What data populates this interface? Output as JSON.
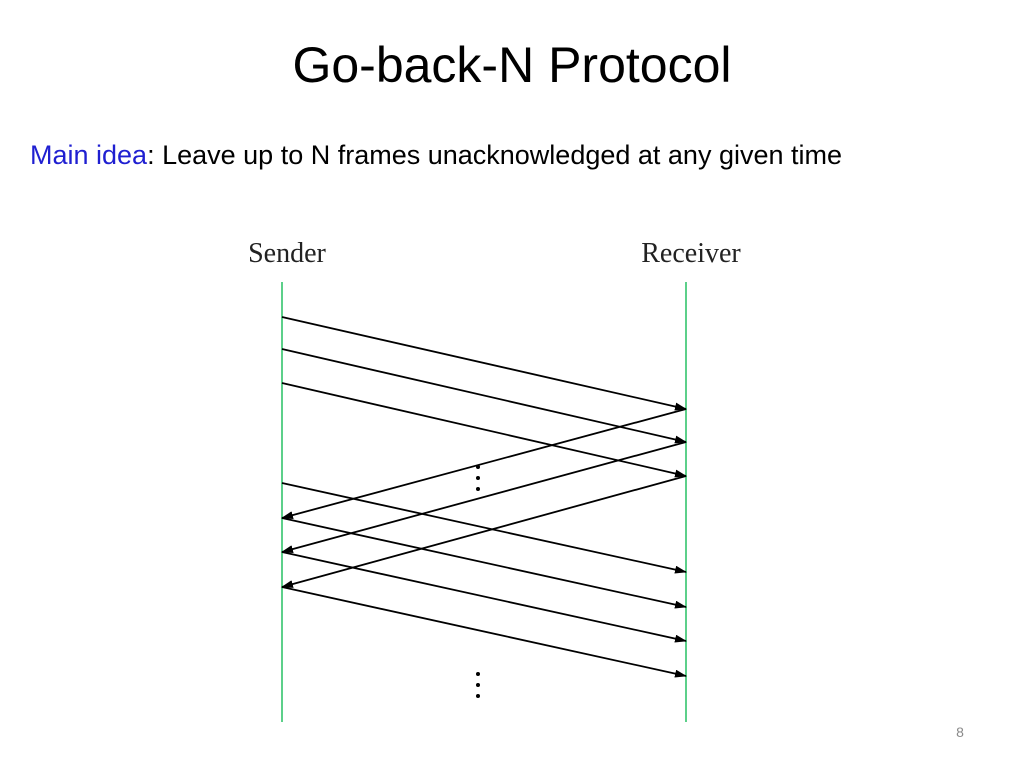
{
  "slide": {
    "title": "Go-back-N Protocol",
    "main_idea_lead": "Main idea",
    "main_idea_separator": ": ",
    "main_idea_text": "Leave up to N frames unacknowledged at any given time",
    "page_number": "8"
  },
  "diagram": {
    "sender_label": "Sender",
    "receiver_label": "Receiver",
    "lifeline_color": "#5cd08a",
    "frames_before_gap": 3,
    "acks_shown": 3,
    "frames_after_gap": 4,
    "continuation_marks": 2
  },
  "colors": {
    "accent": "#1f1fd1",
    "arrow": "#000000",
    "page_number": "#8a8a8a"
  }
}
